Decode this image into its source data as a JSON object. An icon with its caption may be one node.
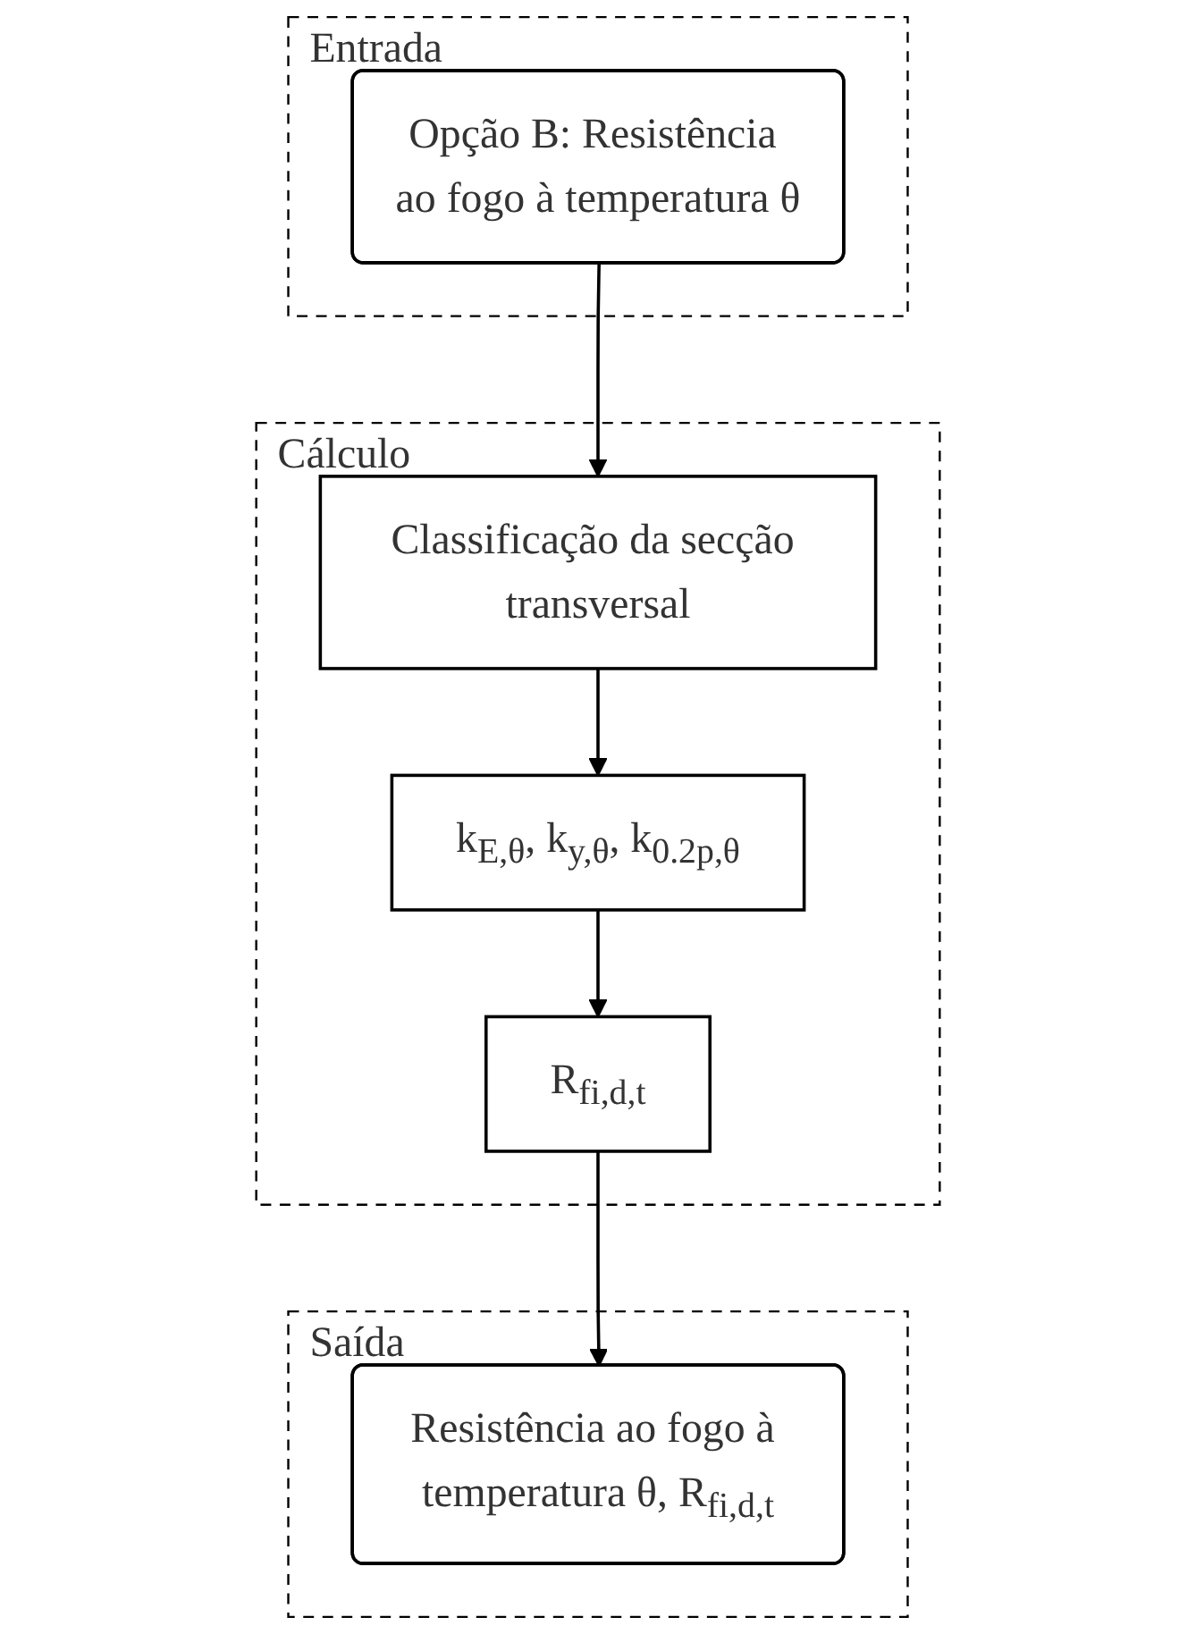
{
  "diagram": {
    "nodes": [
      {
        "text": [
          "Entrada"
        ]
      },
      {
        "text": [
          "Opção B: Resistência ao fogo à temperatura θ"
        ],
        "in": 0
      },
      {
        "text": [
          "Cálculo"
        ]
      },
      {
        "text": [
          "Classificação da secção transversal"
        ],
        "in": 2
      },
      {
        "text": [
          "k$_{E,θ}$, k$_{y,θ}$, k$_{0.2p,θ}$"
        ],
        "in": 2
      },
      {
        "text": [
          "R$_{fi,d,t}$"
        ],
        "in": 2
      },
      {
        "text": [
          "Saída"
        ]
      },
      {
        "text": [
          "Resistência ao fogo à temperatura θ, R$_{fi,d,t}$"
        ],
        "in": 6
      }
    ],
    "edges": [
      {
        "from": 1,
        "to": 3,
        "arrow": "to"
      },
      {
        "from": 3,
        "to": 4,
        "arrow": "to"
      },
      {
        "from": 4,
        "to": 5,
        "arrow": "to"
      },
      {
        "from": 5,
        "to": 7,
        "arrow": "to"
      }
    ]
  }
}
